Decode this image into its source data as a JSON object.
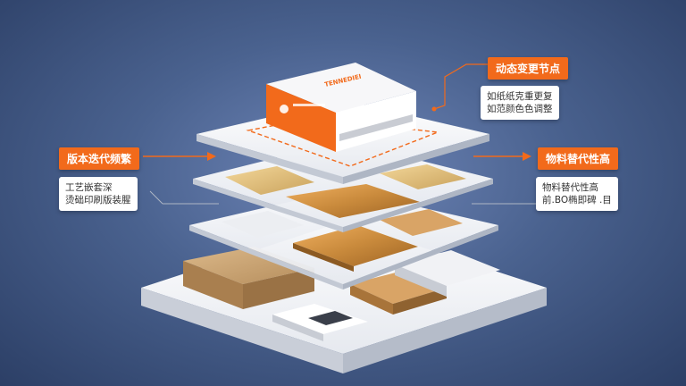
{
  "callouts": {
    "top_right": {
      "tag": "动态变更节点",
      "lines": [
        "如纸纸克重更复",
        "如范颜色色调整"
      ]
    },
    "left": {
      "tag": "版本迭代频繁",
      "lines": [
        "工艺嵌套深",
        "烫础印刷版装腥"
      ]
    },
    "right": {
      "tag": "物料替代性高",
      "lines": [
        "物料替代性高",
        "前.BO椭即碑 .目"
      ]
    }
  },
  "box": {
    "label": "TENNEDIEI"
  },
  "colors": {
    "accent": "#f26a1b",
    "panel": "#f4f5f8",
    "copper": "#c98a3c",
    "kraft": "#c9a273"
  }
}
